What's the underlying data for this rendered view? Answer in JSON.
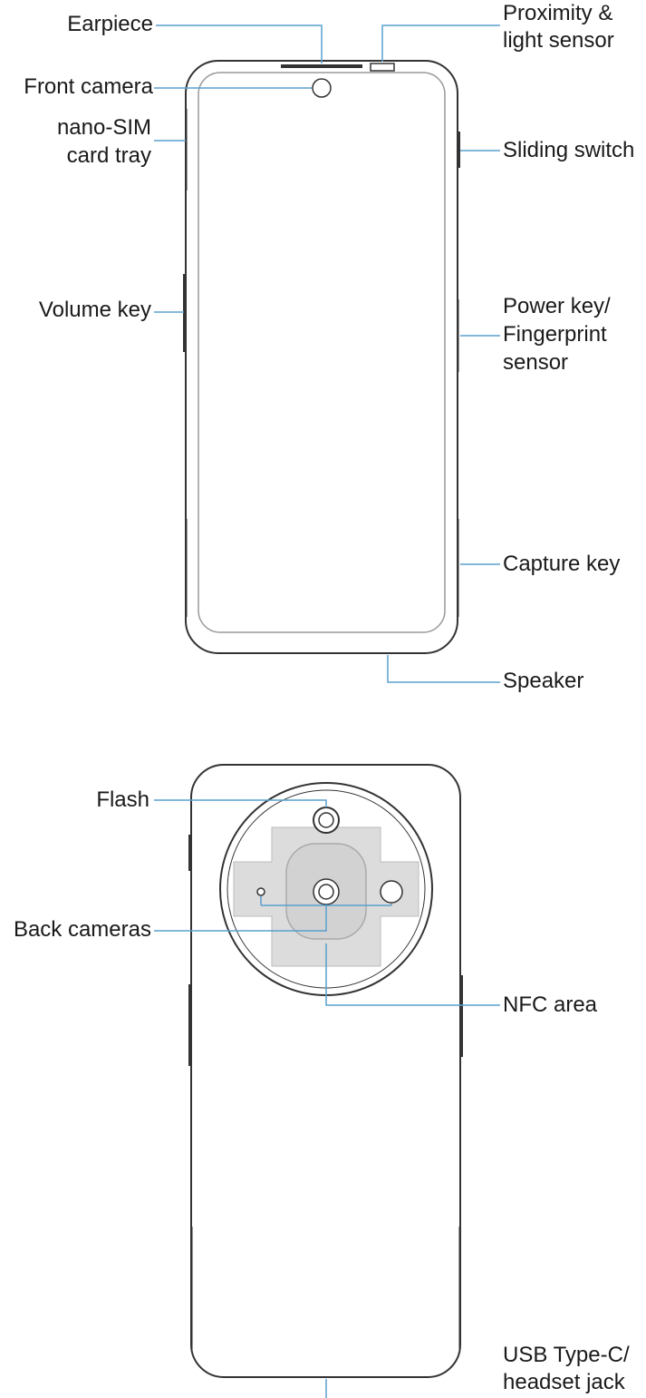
{
  "front_labels": {
    "earpiece": "Earpiece",
    "proximity_line1": "Proximity &",
    "proximity_line2": "light sensor",
    "front_camera": "Front camera",
    "sim_line1": "nano-SIM",
    "sim_line2": "card tray",
    "sliding_switch": "Sliding switch",
    "volume_key": "Volume key",
    "power_line1": "Power key/",
    "power_line2": "Fingerprint",
    "power_line3": "sensor",
    "capture_key": "Capture key",
    "speaker": "Speaker"
  },
  "back_labels": {
    "flash": "Flash",
    "back_cameras": "Back cameras",
    "nfc_area": "NFC area",
    "usb_line1": "USB Type-C/",
    "usb_line2": "headset jack"
  },
  "colors": {
    "leader_line": "#5aa0cf",
    "outline": "#333333",
    "nfc_fill": "#dcdcdc"
  }
}
